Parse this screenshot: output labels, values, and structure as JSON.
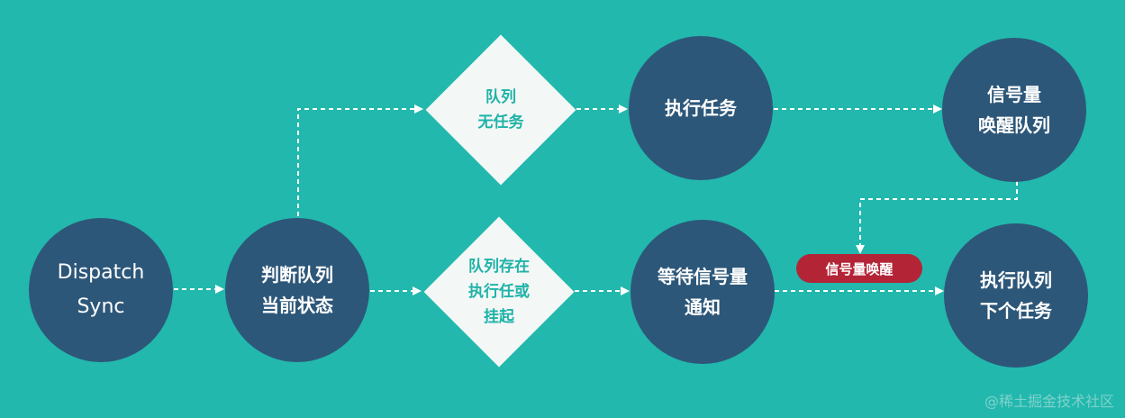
{
  "nodes": {
    "dispatch_sync": "Dispatch\nSync",
    "check_queue_state": "判断队列\n当前状态",
    "queue_no_task": "队列\n无任务",
    "queue_busy": "队列存在\n执行任或\n挂起",
    "execute_task": "执行任务",
    "wait_semaphore": "等待信号量\n通知",
    "semaphore_wake_queue": "信号量\n唤醒队列",
    "execute_next_task": "执行队列\n下个任务"
  },
  "badge": "信号量唤醒",
  "watermark": "@稀土掘金技术社区",
  "colors": {
    "background": "#22b8ad",
    "circle": "#2d5779",
    "diamond": "#f3f7f6",
    "diamond_text": "#1fb3a8",
    "badge": "#b32436",
    "arrow": "#ffffff"
  }
}
